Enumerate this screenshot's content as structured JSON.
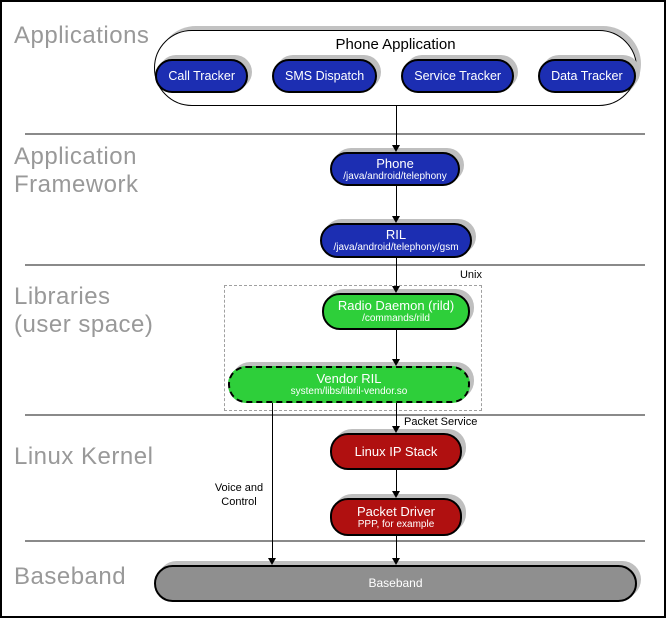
{
  "layers": {
    "applications": {
      "label": "Applications"
    },
    "framework": {
      "line1": "Application",
      "line2": "Framework"
    },
    "libraries": {
      "line1": "Libraries",
      "line2": "(user space)"
    },
    "kernel": {
      "label": "Linux Kernel"
    },
    "baseband": {
      "label": "Baseband"
    }
  },
  "group": {
    "title": "Phone Application",
    "items": [
      {
        "label": "Call Tracker"
      },
      {
        "label": "SMS Dispatch"
      },
      {
        "label": "Service Tracker"
      },
      {
        "label": "Data Tracker"
      }
    ]
  },
  "nodes": {
    "phone": {
      "title": "Phone",
      "subtitle": "/java/android/telephony"
    },
    "ril": {
      "title": "RIL",
      "subtitle": "/java/android/telephony/gsm"
    },
    "rild": {
      "title": "Radio Daemon (rild)",
      "subtitle": "/commands/rild"
    },
    "vendor_ril": {
      "title": "Vendor RIL",
      "subtitle": "system/libs/libril-vendor.so"
    },
    "ip_stack": {
      "title": "Linux IP Stack"
    },
    "packet_driver": {
      "title": "Packet Driver",
      "subtitle": "PPP, for example"
    },
    "baseband": {
      "title": "Baseband"
    }
  },
  "annotations": {
    "unix": "Unix",
    "packet_service": "Packet Service",
    "voice_line1": "Voice and",
    "voice_line2": "Control"
  },
  "colors": {
    "blue": "#1c2eb2",
    "green": "#2ecf3a",
    "red": "#b01010",
    "gray_pill": "#8f8f8f",
    "layer_label": "#999999",
    "divider": "#8a8a8a",
    "shadow": "#bfbfbf"
  }
}
